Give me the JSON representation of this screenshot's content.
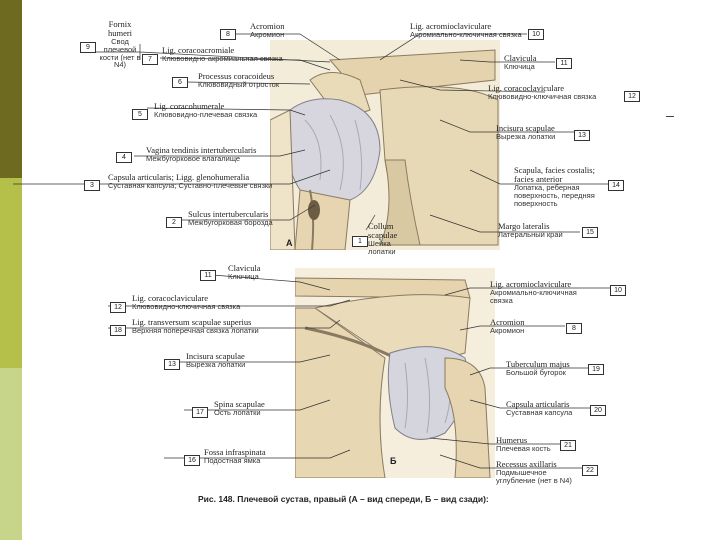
{
  "colors": {
    "sidebar_top": "#6e6a1f",
    "sidebar_mid": "#b4c04a",
    "sidebar_bottom": "#c7d58a",
    "bone": "#e9dcbc",
    "capsule": "#d4d4dc",
    "shadow": "#8a7a60"
  },
  "panels": {
    "a": "A",
    "b": "Б"
  },
  "caption": "Рис. 148. Плечевой сустав, правый (А – вид спереди, Б – вид сзади):",
  "labels": [
    {
      "num": "9",
      "lat": "Fornix humeri",
      "rus": "Свод плечевой кости (нет в N4)"
    },
    {
      "num": "8",
      "lat": "Acromion",
      "rus": "Акромион"
    },
    {
      "num": "7",
      "lat": "Lig. coracoacromiale",
      "rus": "Клювовидно-акромиальная связка"
    },
    {
      "num": "6",
      "lat": "Processus coracoideus",
      "rus": "Клювовидный отросток"
    },
    {
      "num": "5",
      "lat": "Lig. coracohumerale",
      "rus": "Клювовидно-плечевая связка"
    },
    {
      "num": "4",
      "lat": "Vagina tendinis intertubercularis",
      "rus": "Межбугорковое влагалище"
    },
    {
      "num": "3",
      "lat": "Capsula articularis; Ligg. glenohumeralia",
      "rus": "Суставная капсула; Суставно-плечевые связки"
    },
    {
      "num": "2",
      "lat": "Sulcus intertubercularis",
      "rus": "Межбугорковая борозда"
    },
    {
      "num": "1",
      "lat": "Collum scapulae",
      "rus": "Шейка лопатки"
    },
    {
      "num": "10",
      "lat": "Lig. acromioclaviculare",
      "rus": "Акромиально-ключичная связка"
    },
    {
      "num": "11",
      "lat": "Clavicula",
      "rus": "Ключица"
    },
    {
      "num": "12",
      "lat": "Lig. coracoclaviculare",
      "rus": "Клювовидно-ключичная связка"
    },
    {
      "num": "13",
      "lat": "Incisura scapulae",
      "rus": "Вырезка лопатки"
    },
    {
      "num": "14",
      "lat": "Scapula, facies costalis; facies anterior",
      "rus": "Лопатка, реберная поверхность, передняя поверхность"
    },
    {
      "num": "15",
      "lat": "Margo lateralis",
      "rus": "Латеральный край"
    },
    {
      "num": "11",
      "lat": "Clavicula",
      "rus": "Ключица"
    },
    {
      "num": "12",
      "lat": "Lig. coracoclaviculare",
      "rus": "Клювовидно-ключичная связка"
    },
    {
      "num": "18",
      "lat": "Lig. transversum scapulae superius",
      "rus": "Верхняя поперечная связка лопатки"
    },
    {
      "num": "13",
      "lat": "Incisura scapulae",
      "rus": "Вырезка лопатки"
    },
    {
      "num": "17",
      "lat": "Spina scapulae",
      "rus": "Ость лопатки"
    },
    {
      "num": "16",
      "lat": "Fossa infraspinata",
      "rus": "Подостная ямка"
    },
    {
      "num": "10",
      "lat": "Lig. acromioclaviculare",
      "rus": "Акромиально-ключичная связка"
    },
    {
      "num": "8",
      "lat": "Acromion",
      "rus": "Акромион"
    },
    {
      "num": "19",
      "lat": "Tuberculum majus",
      "rus": "Большой бугорок"
    },
    {
      "num": "20",
      "lat": "Capsula articularis",
      "rus": "Суставная капсула"
    },
    {
      "num": "21",
      "lat": "Humerus",
      "rus": "Плечевая кость"
    },
    {
      "num": "22",
      "lat": "Recessus axillaris",
      "rus": "Подмышечное углубление (нет в N4)"
    }
  ]
}
